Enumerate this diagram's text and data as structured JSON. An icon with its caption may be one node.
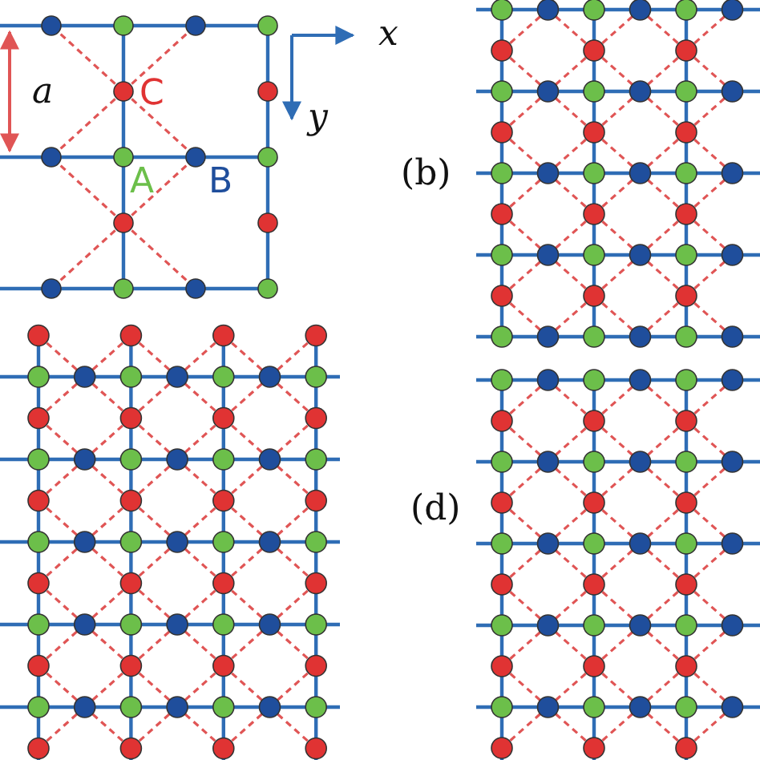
{
  "diagram": {
    "labels": [
      "x",
      "a",
      "C",
      "y",
      "(b)",
      "A",
      "B",
      "(d)"
    ]
  }
}
